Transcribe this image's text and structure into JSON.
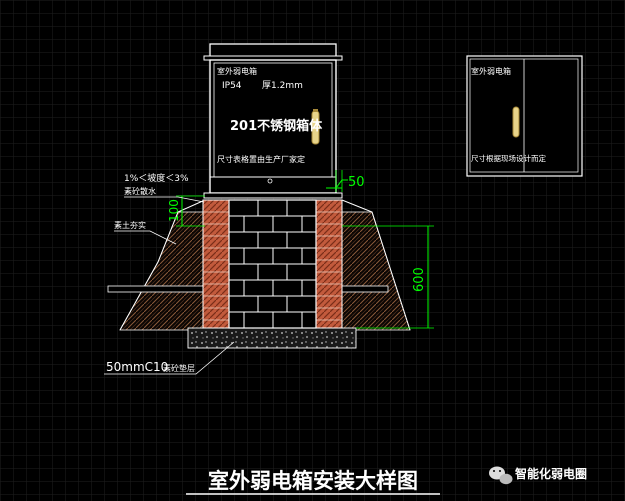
{
  "cabinet": {
    "label": "室外弱电箱",
    "rating": "IP54",
    "thickness": "厚1.2mm",
    "material": "201不锈钢箱体",
    "size_note": "尺寸表格置由生产厂家定"
  },
  "detail": {
    "label": "室外弱电箱",
    "bottom_note": "尺寸根据现场设计而定"
  },
  "annotations": {
    "slope": "1%＜坡度＜3%",
    "slope_sub": "素砼散水",
    "backfill": "素土夯实",
    "base": "50mmC10",
    "base_sub": "素砼垫层"
  },
  "dimensions": {
    "offset": "50",
    "plinth": "100",
    "depth": "600"
  },
  "title": "室外弱电箱安装大样图",
  "watermark": "智能化弱电圈",
  "colors": {
    "background": "#000000",
    "lines": "#ffffff",
    "dimension": "#00ff00",
    "brick": "#c25a3c",
    "handle": "#e8d48a"
  }
}
